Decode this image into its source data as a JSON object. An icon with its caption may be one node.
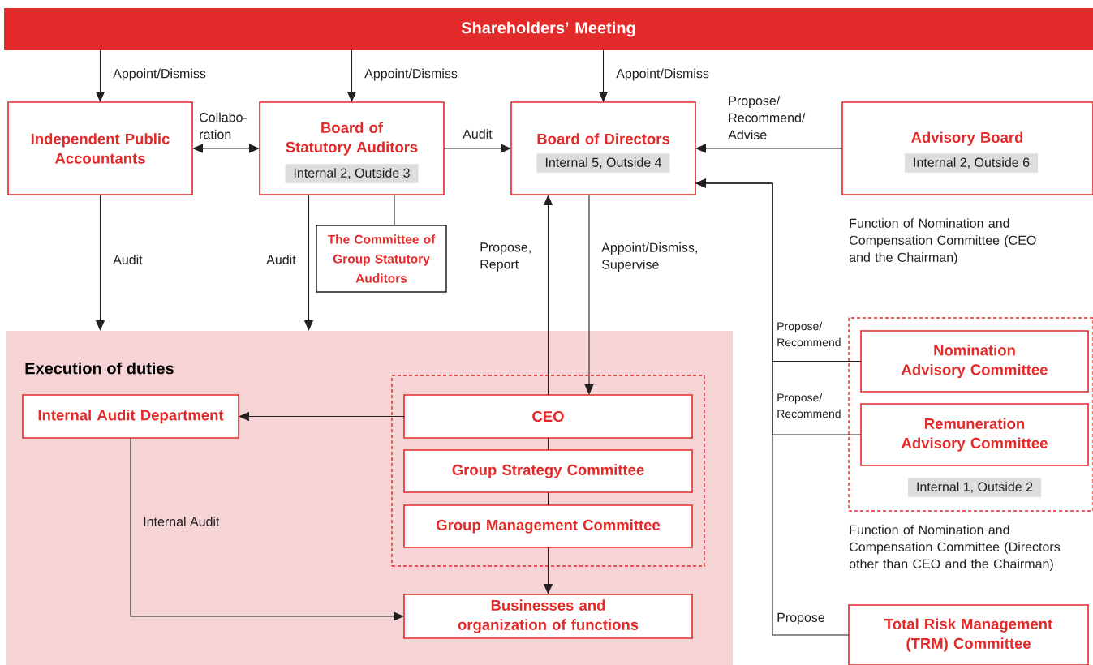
{
  "diagram": {
    "nodes": [
      {
        "text": [
          "Shareholders’ Meeting"
        ]
      },
      {
        "text": [
          "Independent Public Accountants"
        ]
      },
      {
        "text": [
          "Board of Statutory Auditors",
          "Internal 2, Outside 3"
        ]
      },
      {
        "text": [
          "The Committee of Group Statutory Auditors"
        ]
      },
      {
        "text": [
          "Board of Directors",
          "Internal 5, Outside 4"
        ]
      },
      {
        "text": [
          "Advisory Board",
          "Internal 2, Outside 6"
        ],
        "beside": [
          "Function of Nomination and Compensation Committee (CEO and the Chairman)"
        ]
      },
      {
        "text": [
          "Execution of duties"
        ]
      },
      {
        "text": [
          "Internal Audit Department"
        ],
        "in": 6
      },
      {
        "text": [],
        "shape": "box",
        "in": 6
      },
      {
        "text": [
          "CEO"
        ],
        "in": 8
      },
      {
        "text": [
          "Group Strategy Committee"
        ],
        "in": 8
      },
      {
        "text": [
          "Group Management Committee"
        ],
        "in": 8
      },
      {
        "text": [
          "Businesses and organization of functions"
        ],
        "in": 6
      },
      {
        "text": [
          "Internal 1, Outside 2"
        ],
        "beside": [
          "Function of Nomination and Compensation Committee (Directors other than CEO and the Chairman)"
        ]
      },
      {
        "text": [
          "Nomination Advisory Committee"
        ],
        "in": 13
      },
      {
        "text": [
          "Remuneration Advisory Committee"
        ],
        "in": 13
      },
      {
        "text": [
          "Total Risk Management (TRM) Committee"
        ]
      }
    ],
    "edges": [
      {
        "from": 0,
        "to": 1,
        "arrow": "to",
        "label": "Appoint/Dismiss"
      },
      {
        "from": 0,
        "to": 2,
        "arrow": "to",
        "label": "Appoint/Dismiss"
      },
      {
        "from": 0,
        "to": 4,
        "arrow": "to",
        "label": "Appoint/Dismiss"
      },
      {
        "from": 1,
        "to": 2,
        "arrow": "both",
        "label": "Collabo-ration"
      },
      {
        "from": 2,
        "to": 4,
        "arrow": "to",
        "label": "Audit"
      },
      {
        "from": 5,
        "to": 4,
        "arrow": "to",
        "label": "Propose/ Recommend/ Advise"
      },
      {
        "from": 1,
        "to": 6,
        "arrow": "to",
        "label": "Audit"
      },
      {
        "from": 2,
        "to": 6,
        "arrow": "to",
        "label": "Audit"
      },
      {
        "from": 2,
        "to": 3,
        "arrow": "none"
      },
      {
        "from": 9,
        "to": 4,
        "arrow": "to",
        "label": "Propose, Report"
      },
      {
        "from": 4,
        "to": 9,
        "arrow": "to",
        "label": "Appoint/Dismiss, Supervise"
      },
      {
        "from": 9,
        "to": 7,
        "arrow": "to"
      },
      {
        "from": 7,
        "to": 12,
        "arrow": "to",
        "label": "Internal Audit"
      },
      {
        "from": 9,
        "to": 10,
        "arrow": "none"
      },
      {
        "from": 10,
        "to": 11,
        "arrow": "none"
      },
      {
        "from": 11,
        "to": 12,
        "arrow": "to"
      },
      {
        "from": 14,
        "to": 4,
        "arrow": "to",
        "label": "Propose/ Recommend"
      },
      {
        "from": 15,
        "to": 4,
        "arrow": "to",
        "label": "Propose/ Recommend"
      },
      {
        "from": 16,
        "to": 4,
        "arrow": "to",
        "label": "Propose"
      }
    ]
  }
}
